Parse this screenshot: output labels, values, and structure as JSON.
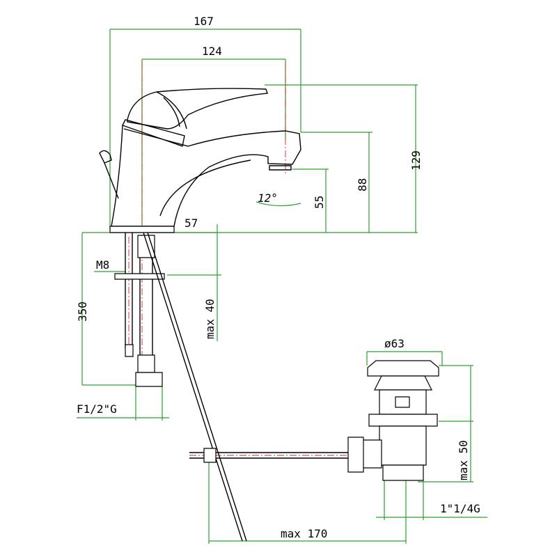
{
  "dimensions": {
    "overall_width": "167",
    "spout_reach": "124",
    "overall_height": "129",
    "spout_height": "88",
    "outlet_height": "55",
    "base_diameter": "57",
    "spout_angle": "12°",
    "stud_thread": "M8",
    "hose_length": "350",
    "max_deck_thickness": "max 40",
    "hose_connection": "F1/2\"G",
    "waste_diameter": "ø63",
    "max_basin_thickness": "max 50",
    "waste_thread": "1\"1/4G",
    "max_rod_length": "max 170"
  },
  "colors": {
    "dimension_lines": "#2f9e2f",
    "centerlines": "#dd2222",
    "outline": "#000000"
  }
}
